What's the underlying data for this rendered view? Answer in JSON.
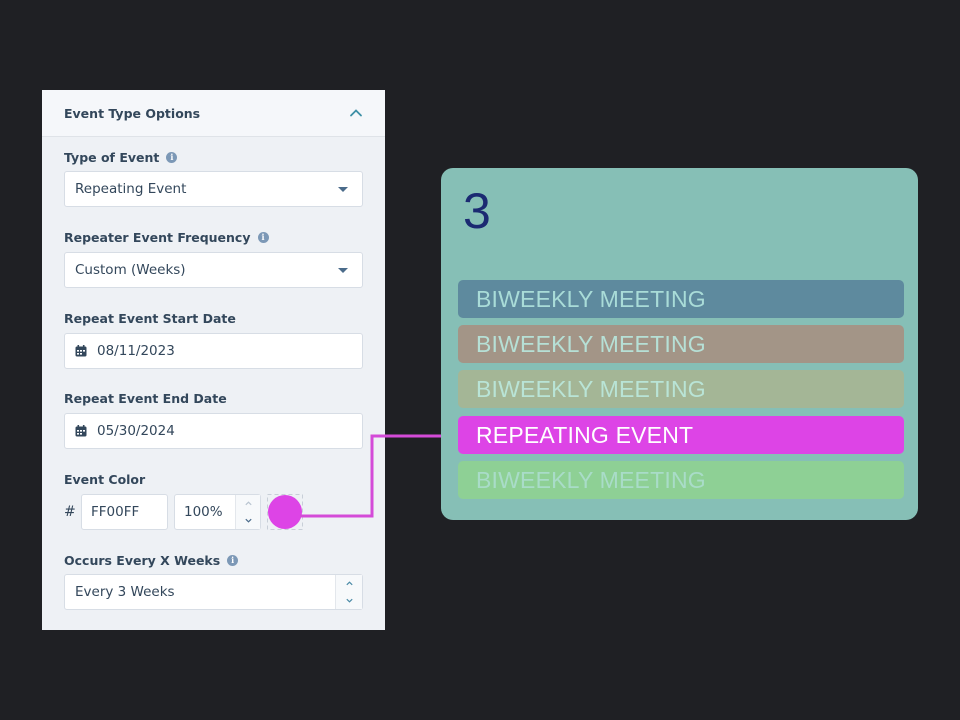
{
  "panel": {
    "title": "Event Type Options",
    "type_label": "Type of Event",
    "type_value": "Repeating Event",
    "frequency_label": "Repeater Event Frequency",
    "frequency_value": "Custom (Weeks)",
    "start_label": "Repeat Event Start Date",
    "start_value": "08/11/2023",
    "end_label": "Repeat Event End Date",
    "end_value": "05/30/2024",
    "color_label": "Event Color",
    "hash": "#",
    "hex_value": "FF00FF",
    "opacity_value": "100%",
    "occurs_label": "Occurs Every X Weeks",
    "occurs_value": "Every 3 Weeks",
    "info_glyph": "i"
  },
  "colors": {
    "accent": "#ff00ff",
    "selected_color": "#dd44e6",
    "connector": "#d44bd8",
    "card_bg": "#86bfb6",
    "day_number": "#1b2a72"
  },
  "calendar": {
    "day_number": "3",
    "events": [
      {
        "label": "BIWEEKLY MEETING",
        "bg": "#5e8a9e",
        "fg": "#a9dcd8"
      },
      {
        "label": "BIWEEKLY MEETING",
        "bg": "#a39587",
        "fg": "#b6e0d6"
      },
      {
        "label": "BIWEEKLY MEETING",
        "bg": "#a4b696",
        "fg": "#b9e4d6"
      },
      {
        "label": "REPEATING EVENT",
        "bg": "#dd44e6",
        "fg": "#ffffff"
      },
      {
        "label": "BIWEEKLY MEETING",
        "bg": "#8ed095",
        "fg": "#a9dcc8"
      }
    ]
  },
  "icons": {
    "collapse": "chevron-up-icon",
    "dropdown": "caret-down-icon",
    "date": "calendar-icon",
    "info": "info-icon",
    "stepper_up": "chevron-up-icon",
    "stepper_down": "chevron-down-icon"
  }
}
